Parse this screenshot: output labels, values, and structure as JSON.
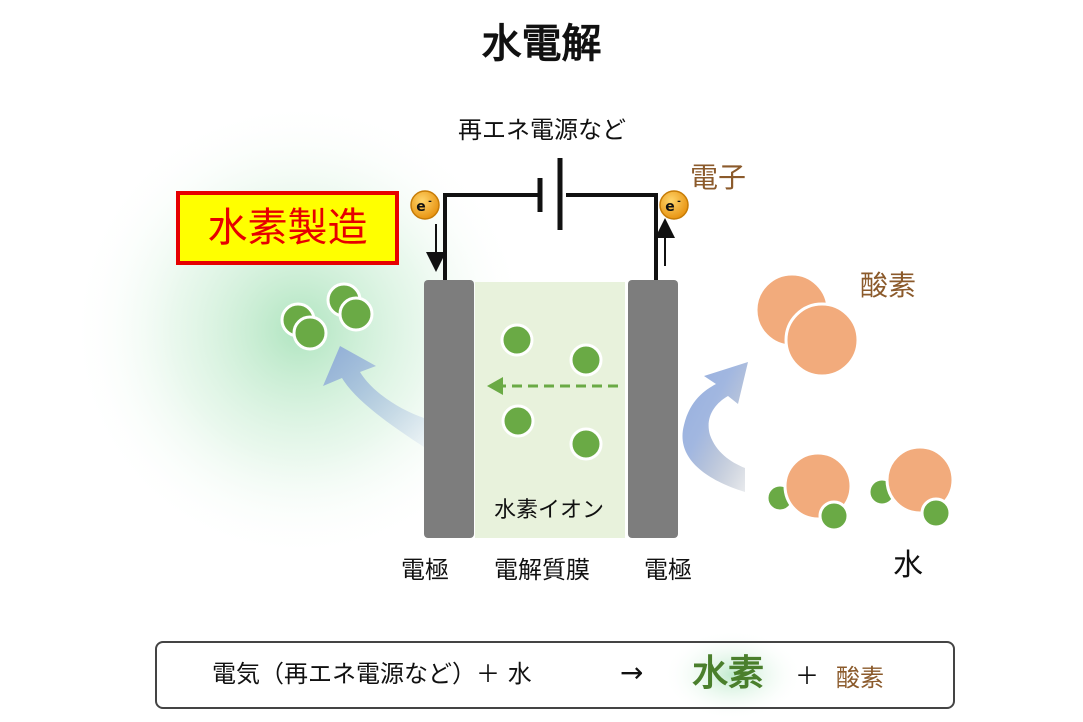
{
  "title": "水電解",
  "power_source_label": "再エネ電源など",
  "electron_label": "電子",
  "electron_symbol": "e",
  "electron_charge": "-",
  "oxygen_label": "酸素",
  "hydrogen_badge": "水素製造",
  "ion_label": "水素イオン",
  "electrode_left_label": "電極",
  "membrane_label": "電解質膜",
  "electrode_right_label": "電極",
  "water_label": "水",
  "equation": {
    "reactants": "電気（再エネ電源など）＋ 水",
    "arrow": "→",
    "product_hydrogen": "水素",
    "plus": "＋",
    "product_oxygen": "酸素"
  },
  "colors": {
    "hydrogen": "#6aaa45",
    "oxygen": "#f2ab7c",
    "electrode": "#7d7d7d",
    "membrane": "#e8f2dc",
    "arrow": "#8aa5d9",
    "electron": "#f5a623",
    "label_brown": "#8b5a2b",
    "badge_bg": "#ffff00",
    "badge_border": "#e60000"
  }
}
